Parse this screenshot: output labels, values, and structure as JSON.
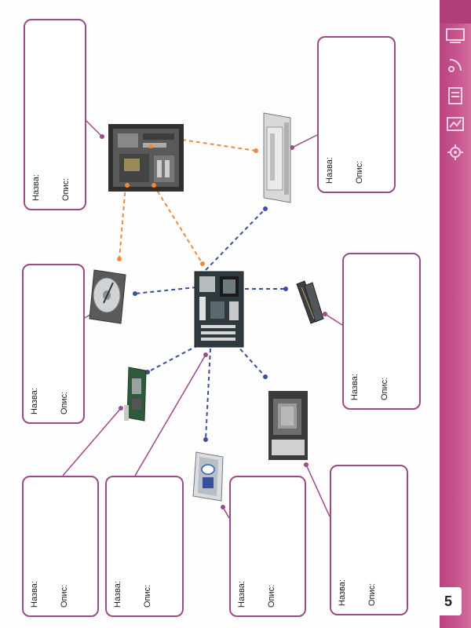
{
  "page_number": "5",
  "labels": {
    "name": "Назва:",
    "desc": "Опис:"
  },
  "sidebar_icons": [
    "monitor-icon",
    "cursor-icon",
    "document-icon",
    "chart-icon",
    "gear-icon"
  ],
  "colors": {
    "accent": "#c9558f",
    "frame": "#9c4a8c",
    "orange_line": "#f08a3a",
    "blue_line": "#3a4f9a"
  }
}
